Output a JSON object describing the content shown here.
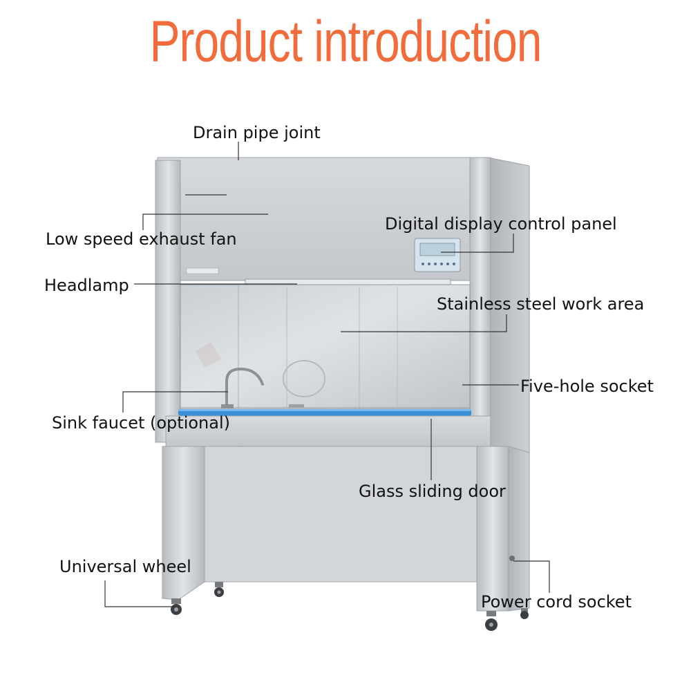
{
  "title": "Product introduction",
  "colors": {
    "title": "#F26B3A",
    "label_text": "#111111",
    "leader_line": "#333333",
    "cabinet_steel": "#C9CDD2",
    "door_trim": "#3A8FD6",
    "display_panel": "#D6E4EE"
  },
  "labels": {
    "drain_pipe_joint": "Drain pipe joint",
    "low_speed_exhaust_fan": "Low speed exhaust fan",
    "digital_display_control_panel": "Digital display control panel",
    "headlamp": "Headlamp",
    "stainless_steel_work_area": "Stainless steel work area",
    "five_hole_socket": "Five-hole socket",
    "sink_faucet": "Sink faucet (optional)",
    "glass_sliding_door": "Glass sliding door",
    "universal_wheel": "Universal wheel",
    "power_cord_socket": "Power cord socket"
  }
}
